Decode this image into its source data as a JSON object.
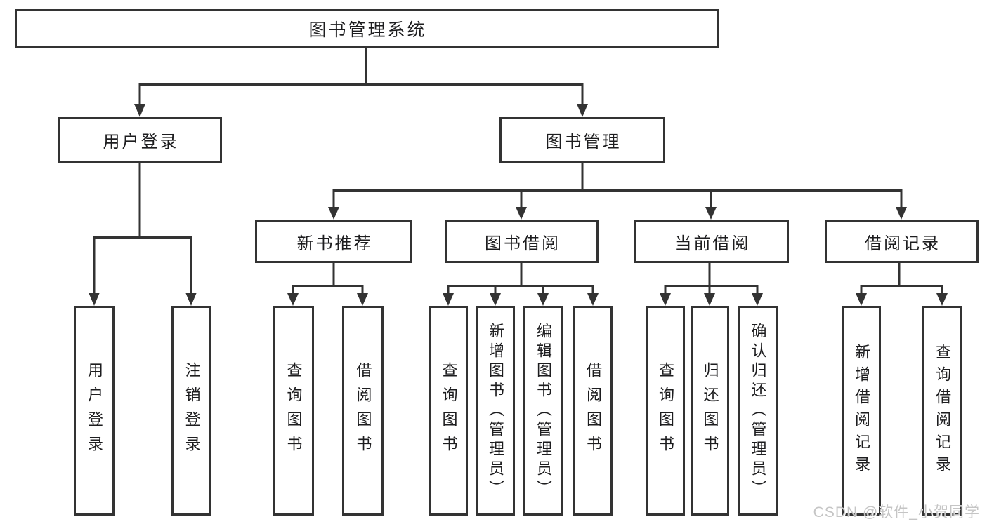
{
  "diagram": {
    "watermark": "CSDN @软件_小贺同学",
    "colors": {
      "line": "#333333",
      "box_border": "#333333",
      "text": "#1d1d1f",
      "watermark": "#c5c5c5",
      "background": "#ffffff"
    },
    "tree": {
      "label": "图书管理系统",
      "children": [
        {
          "label": "用户登录",
          "children": [
            {
              "label": "用户登录"
            },
            {
              "label": "注销登录"
            }
          ]
        },
        {
          "label": "图书管理",
          "children": [
            {
              "label": "新书推荐",
              "children": [
                {
                  "label": "查询图书"
                },
                {
                  "label": "借阅图书"
                }
              ]
            },
            {
              "label": "图书借阅",
              "children": [
                {
                  "label": "查询图书"
                },
                {
                  "label": "新增图书（管理员）"
                },
                {
                  "label": "编辑图书（管理员）"
                },
                {
                  "label": "借阅图书"
                }
              ]
            },
            {
              "label": "当前借阅",
              "children": [
                {
                  "label": "查询图书"
                },
                {
                  "label": "归还图书"
                },
                {
                  "label": "确认归还（管理员）"
                }
              ]
            },
            {
              "label": "借阅记录",
              "children": [
                {
                  "label": "新增借阅记录"
                },
                {
                  "label": "查询借阅记录"
                }
              ]
            }
          ]
        }
      ]
    }
  }
}
